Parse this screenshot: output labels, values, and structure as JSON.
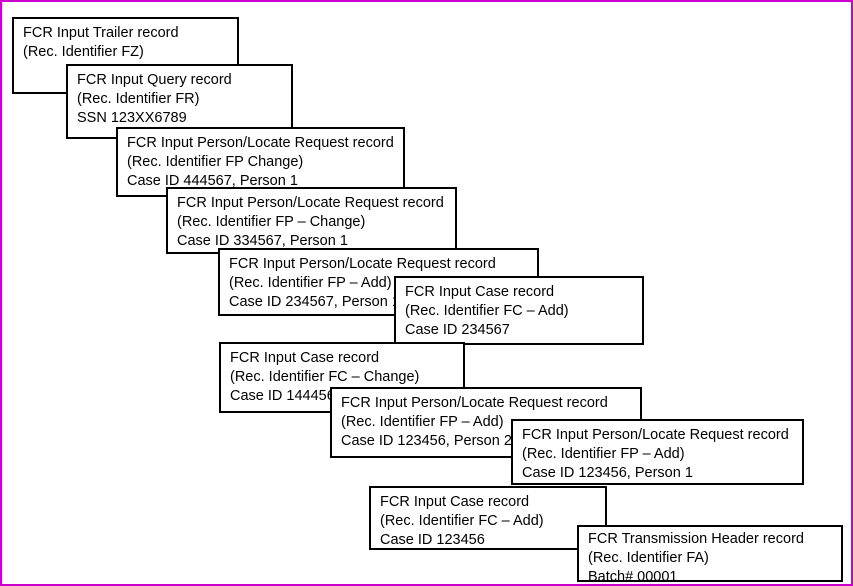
{
  "colors": {
    "frame_border": "#CC00CC",
    "box_border": "#000000",
    "box_background": "#FFFFFF",
    "text": "#000000"
  },
  "boxes": [
    {
      "id": "input-trailer-fz",
      "lines": [
        "FCR Input Trailer record",
        "(Rec. Identifier FZ)"
      ]
    },
    {
      "id": "input-query-fr",
      "lines": [
        "FCR Input Query record",
        "(Rec. Identifier FR)",
        "SSN 123XX6789"
      ]
    },
    {
      "id": "input-person-locate-fp-change-444567",
      "lines": [
        "FCR Input Person/Locate Request record",
        "(Rec. Identifier FP Change)",
        "Case ID 444567, Person 1"
      ]
    },
    {
      "id": "input-person-locate-fp-change-334567",
      "lines": [
        "FCR Input Person/Locate Request record",
        "(Rec. Identifier FP – Change)",
        "Case ID 334567, Person 1"
      ]
    },
    {
      "id": "input-person-locate-fp-add-234567",
      "lines": [
        "FCR Input Person/Locate Request record",
        "(Rec. Identifier FP – Add)",
        "Case ID 234567, Person 1"
      ]
    },
    {
      "id": "input-case-fc-add-234567",
      "lines": [
        "FCR Input Case record",
        "(Rec. Identifier FC – Add)",
        "Case ID 234567"
      ]
    },
    {
      "id": "input-case-fc-change-144456",
      "lines": [
        "FCR Input Case record",
        "(Rec. Identifier FC – Change)",
        "Case ID 144456"
      ]
    },
    {
      "id": "input-person-locate-fp-add-123456-p2",
      "lines": [
        "FCR Input Person/Locate Request record",
        "(Rec. Identifier FP – Add)",
        "Case ID 123456, Person 2"
      ]
    },
    {
      "id": "input-person-locate-fp-add-123456-p1",
      "lines": [
        "FCR Input Person/Locate Request record",
        "(Rec. Identifier FP – Add)",
        "Case ID 123456, Person 1"
      ]
    },
    {
      "id": "input-case-fc-add-123456",
      "lines": [
        "FCR Input Case record",
        "(Rec. Identifier FC – Add)",
        "Case ID 123456"
      ]
    },
    {
      "id": "transmission-header-fa",
      "lines": [
        "FCR Transmission Header record",
        "(Rec. Identifier FA)",
        "Batch# 00001"
      ]
    }
  ]
}
